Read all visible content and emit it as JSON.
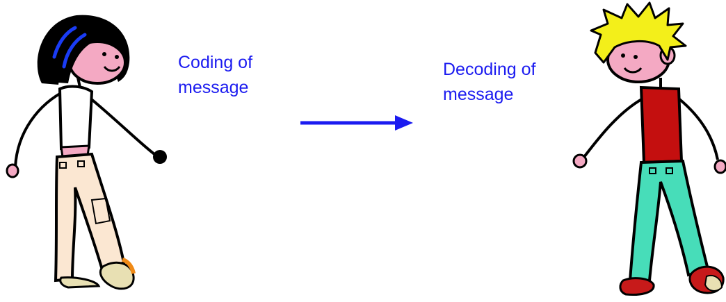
{
  "colors": {
    "text": "#1b1bf0",
    "arrow": "#1b1bf0",
    "outline": "#000000",
    "skin": "#f4a9c3",
    "girl_hair": "#000000",
    "girl_hair_shine": "#1a3cf5",
    "girl_top": "#ffffff",
    "girl_pants": "#fbe7d2",
    "girl_shoe": "#e8e0b3",
    "boy_hair": "#f3ef1a",
    "boy_shirt": "#c40f0f",
    "boy_pants": "#47ddb9",
    "boy_shoe": "#c71a1a"
  },
  "sender": {
    "icon": "girl-figure",
    "label": "Coding of\nmessage"
  },
  "channel": {
    "icon": "arrow-right"
  },
  "receiver": {
    "icon": "boy-figure",
    "label": "Decoding of\nmessage"
  }
}
